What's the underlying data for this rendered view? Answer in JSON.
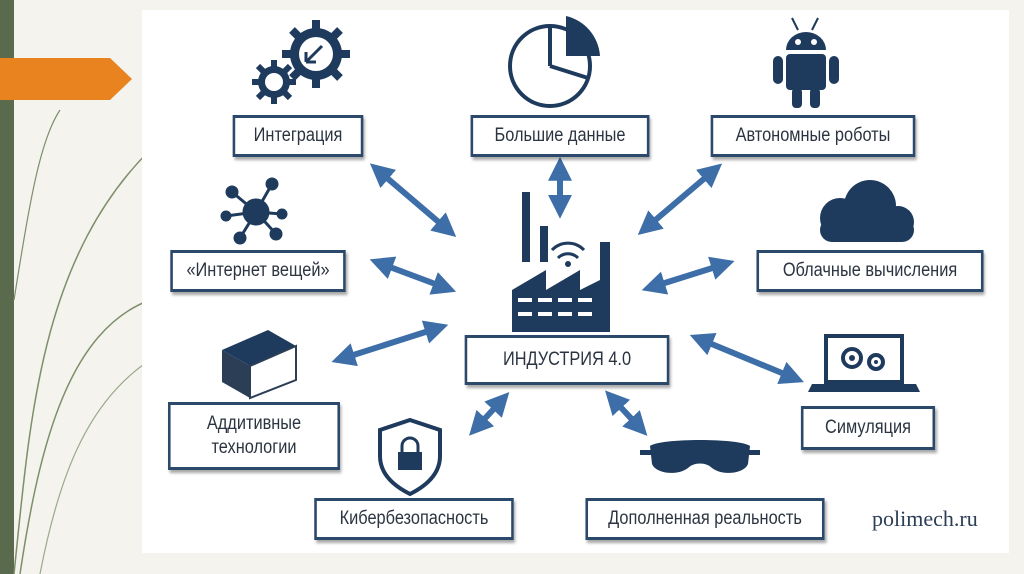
{
  "colors": {
    "accent_orange": "#e8831f",
    "side_band": "#5a6a4c",
    "icon_navy": "#1e3a5c",
    "arrow_blue": "#3d6ea8",
    "box_border": "#2b4a6b"
  },
  "center": {
    "label": "ИНДУСТРИЯ 4.0",
    "icon": "factory-icon"
  },
  "nodes": [
    {
      "key": "integration",
      "label": "Интеграция",
      "icon": "gears-icon"
    },
    {
      "key": "big-data",
      "label": "Большие данные",
      "icon": "pie-chart-icon"
    },
    {
      "key": "robots",
      "label": "Автономные роботы",
      "icon": "robot-icon"
    },
    {
      "key": "iot",
      "label": "«Интернет вещей»",
      "icon": "network-icon"
    },
    {
      "key": "cloud",
      "label": "Облачные вычисления",
      "icon": "cloud-icon"
    },
    {
      "key": "additive",
      "label_line1": "Аддитивные",
      "label_line2": "технологии",
      "icon": "cube-icon"
    },
    {
      "key": "simulation",
      "label": "Симуляция",
      "icon": "laptop-gears-icon"
    },
    {
      "key": "cybersecurity",
      "label": "Кибербезопасность",
      "icon": "shield-lock-icon"
    },
    {
      "key": "ar",
      "label": "Дополненная реальность",
      "icon": "vr-goggles-icon"
    }
  ],
  "source": "polimech.ru"
}
